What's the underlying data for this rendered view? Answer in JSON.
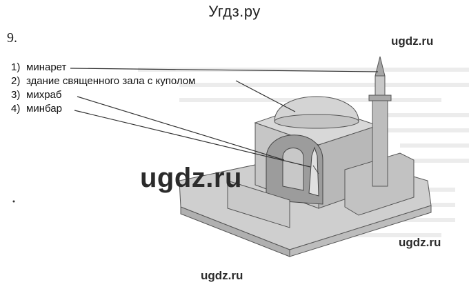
{
  "page": {
    "site_title": "Угдз.ру",
    "task_number": "9."
  },
  "watermarks": {
    "top_right": "ugdz.ru",
    "center": "ugdz.ru",
    "bottom_right": "ugdz.ru",
    "bottom_center": "ugdz.ru"
  },
  "labels": [
    {
      "number": "1)",
      "text": "минарет"
    },
    {
      "number": "2)",
      "text": "здание священного зала с куполом"
    },
    {
      "number": "3)",
      "text": "михраб"
    },
    {
      "number": "4)",
      "text": "минбар"
    }
  ],
  "colors": {
    "illustration_fill": "#d0d0d0",
    "illustration_dark": "#a9a9a9",
    "illustration_light": "#e2e2e2",
    "leader_line": "#333333"
  }
}
